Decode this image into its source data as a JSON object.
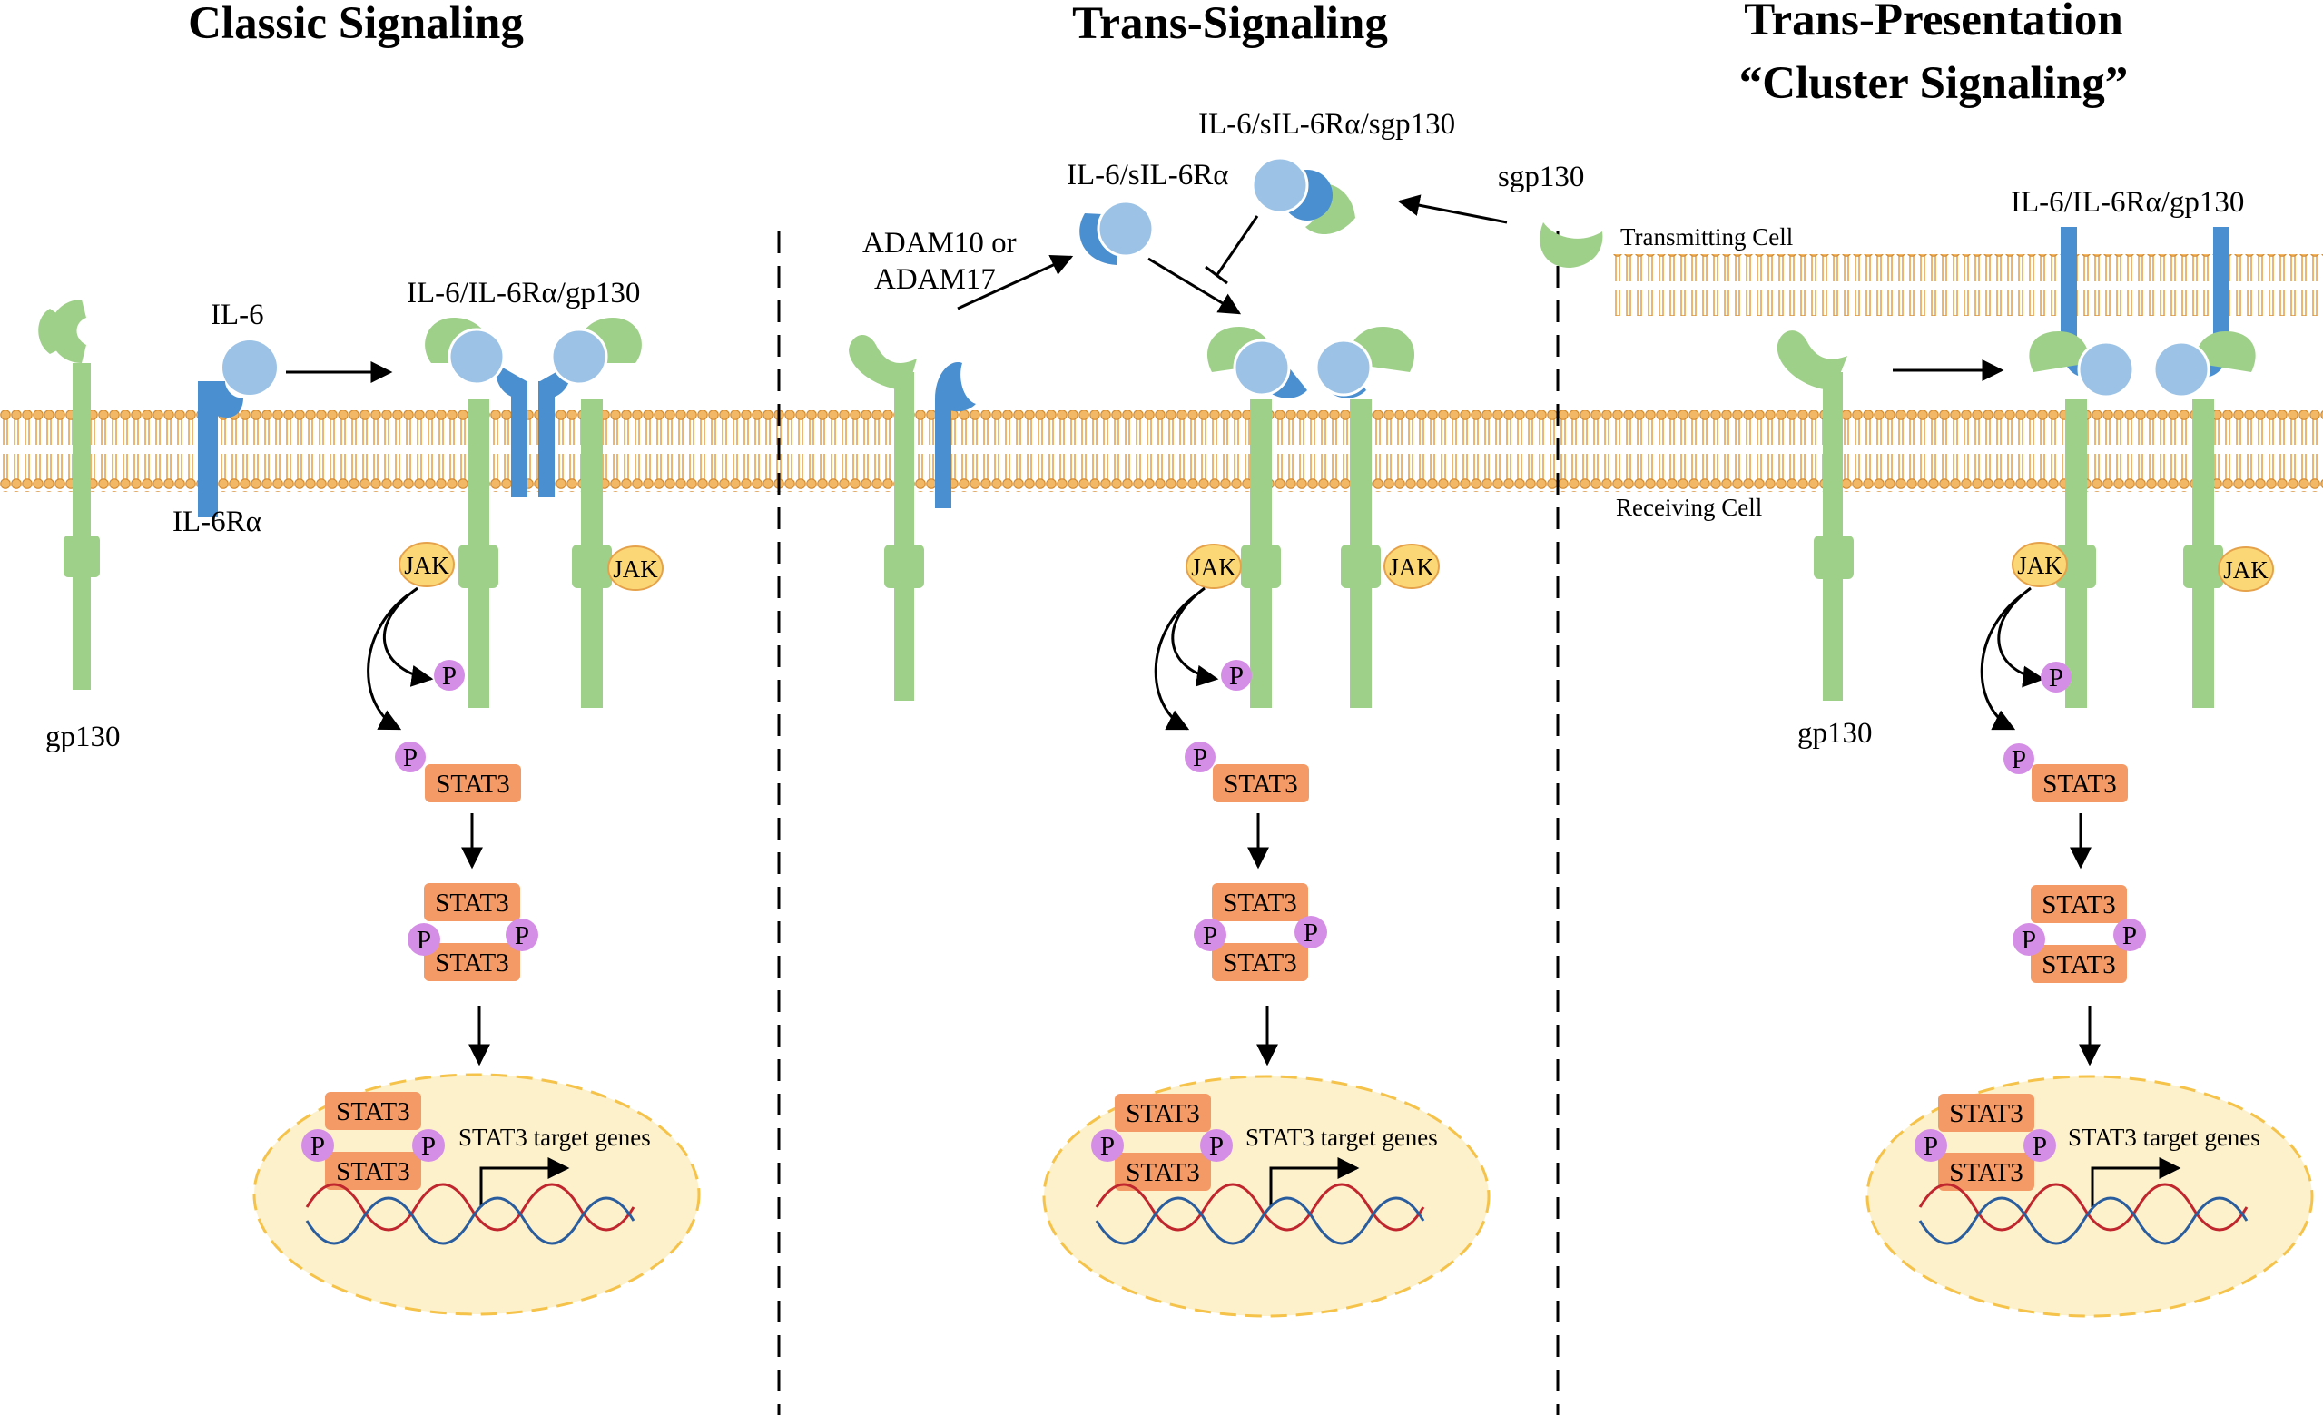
{
  "titles": {
    "classic": "Classic Signaling",
    "trans": "Trans-Signaling",
    "presentation_line1": "Trans-Presentation",
    "presentation_line2": "“Cluster Signaling”"
  },
  "labels": {
    "il6": "IL-6",
    "il6ra": "IL-6Rα",
    "gp130": "gp130",
    "complex": "IL-6/IL-6Rα/gp130",
    "soluble_complex": "IL-6/sIL-6Rα",
    "soluble_trimer": "IL-6/sIL-6Rα/sgp130",
    "sgp130": "sgp130",
    "adam_line1": "ADAM10 or",
    "adam_line2": "ADAM17",
    "transmitting_cell": "Transmitting Cell",
    "receiving_cell": "Receiving Cell",
    "jak": "JAK",
    "p": "P",
    "stat3": "STAT3",
    "target_genes": "STAT3 target genes"
  },
  "colors": {
    "gp130_green": "#9fd08a",
    "il6_blue": "#9cc3e6",
    "il6ra_blue": "#4a8fd0",
    "membrane_tan": "#e8a34c",
    "jak_yellow": "#fbd776",
    "p_purple": "#d58ee6",
    "stat3_orange": "#f39a66",
    "nucleus_fill": "#fdf1cc",
    "nucleus_border": "#f5c24a",
    "dna_red": "#c0262d",
    "dna_blue": "#2a5d9e"
  }
}
